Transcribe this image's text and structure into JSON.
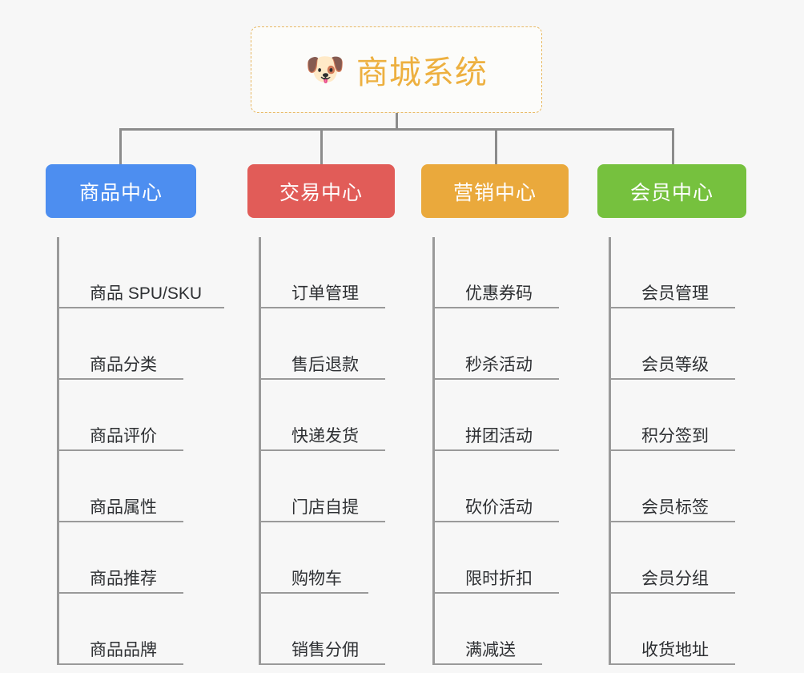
{
  "root": {
    "icon": "shiba-dog-face-icon",
    "emoji": "🐶",
    "title": "商城系统",
    "border_color": "#e8b964",
    "text_color": "#edb040",
    "background": "#fcfcfa"
  },
  "canvas": {
    "background": "#f7f7f7",
    "connector_color": "#8c8c8c"
  },
  "columns": [
    {
      "title": "商品中心",
      "color": "#4d8ef0",
      "items": [
        "商品 SPU/SKU",
        "商品分类",
        "商品评价",
        "商品属性",
        "商品推荐",
        "商品品牌"
      ]
    },
    {
      "title": "交易中心",
      "color": "#e15c58",
      "items": [
        "订单管理",
        "售后退款",
        "快递发货",
        "门店自提",
        "购物车",
        "销售分佣"
      ]
    },
    {
      "title": "营销中心",
      "color": "#eaa93c",
      "items": [
        "优惠券码",
        "秒杀活动",
        "拼团活动",
        "砍价活动",
        "限时折扣",
        "满减送"
      ]
    },
    {
      "title": "会员中心",
      "color": "#76c13e",
      "items": [
        "会员管理",
        "会员等级",
        "积分签到",
        "会员标签",
        "会员分组",
        "收货地址"
      ]
    }
  ]
}
